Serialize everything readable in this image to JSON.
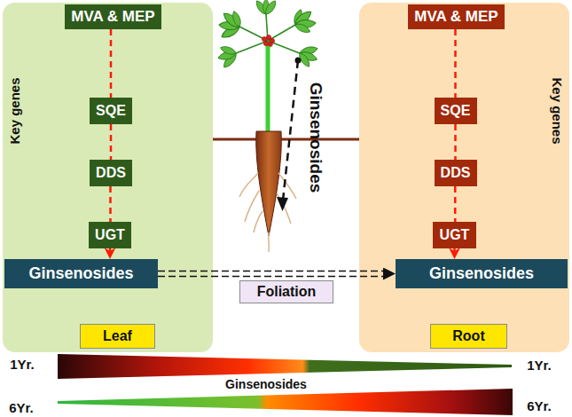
{
  "diagram": {
    "nodes": [
      {
        "text": [
          "Key genes"
        ]
      },
      {
        "text": [
          "MVA & MEP"
        ],
        "in": 0
      },
      {
        "text": [
          "SQE"
        ],
        "in": 0
      },
      {
        "text": [
          "DDS"
        ],
        "in": 0
      },
      {
        "text": [
          "UGT"
        ],
        "in": 0
      },
      {
        "text": [
          "Ginsenosides"
        ],
        "in": 0
      },
      {
        "text": [
          "Leaf"
        ],
        "in": 0
      },
      {
        "text": [
          "Key genes"
        ]
      },
      {
        "text": [
          "MVA & MEP"
        ],
        "in": 7
      },
      {
        "text": [
          "SQE"
        ],
        "in": 7
      },
      {
        "text": [
          "DDS"
        ],
        "in": 7
      },
      {
        "text": [
          "UGT"
        ],
        "in": 7
      },
      {
        "text": [
          "Ginsenosides"
        ],
        "in": 7
      },
      {
        "text": [
          "Root"
        ],
        "in": 7
      },
      {
        "text": [
          "Foliation"
        ]
      }
    ],
    "edges": [
      {
        "from": 1,
        "to": 2,
        "arrow": "none"
      },
      {
        "from": 2,
        "to": 3,
        "arrow": "none"
      },
      {
        "from": 3,
        "to": 4,
        "arrow": "none"
      },
      {
        "from": 4,
        "to": 5,
        "arrow": "to"
      },
      {
        "from": 8,
        "to": 9,
        "arrow": "none"
      },
      {
        "from": 9,
        "to": 10,
        "arrow": "none"
      },
      {
        "from": 10,
        "to": 11,
        "arrow": "none"
      },
      {
        "from": 11,
        "to": 12,
        "arrow": "to"
      },
      {
        "from": 5,
        "to": 12,
        "arrow": "to"
      }
    ],
    "labels": [
      "Ginsenosides",
      "1Yr.",
      "1Yr.",
      "Ginsenosides",
      "6Yr.",
      "6Yr."
    ]
  }
}
